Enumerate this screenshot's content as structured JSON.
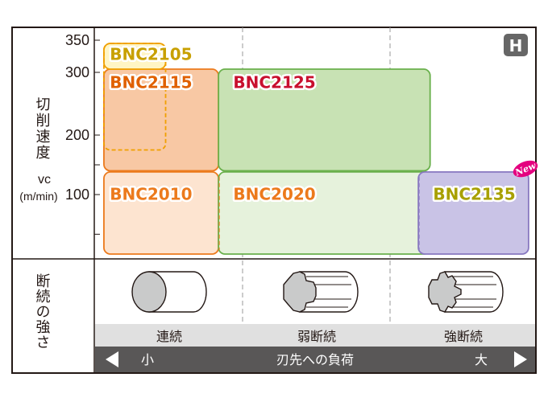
{
  "chart_data": {
    "type": "table",
    "badge": "H",
    "new_label": "New",
    "y_axis_label": "切削速度",
    "y_axis_sub": "vc",
    "y_axis_unit": "(m/min)",
    "y_ticks": [
      {
        "value": 350,
        "label": "350",
        "y": 350
      },
      {
        "value": 300,
        "label": "300",
        "y": 300
      },
      {
        "value": 200,
        "label": "200",
        "y": 200
      },
      {
        "value": 100,
        "label": "100",
        "y": 100
      }
    ],
    "x_labels": [
      "連続",
      "弱断続",
      "強断続"
    ],
    "row_label": "断続の強さ",
    "bottom_bar": {
      "left": "小",
      "center": "刃先への負荷",
      "right": "大"
    },
    "x_range": [
      0,
      3
    ],
    "y_range": [
      25,
      360
    ],
    "grades": [
      {
        "name": "BNC2105",
        "x0": 0.06,
        "x1": 0.48,
        "y0": 175,
        "y1": 345,
        "fill": "#fff5c4",
        "stroke": "#f0a000",
        "text": "#c8a000",
        "dashed_outline": true,
        "no_fill_lower": true,
        "label_at": [
          0.1,
          332
        ]
      },
      {
        "name": "BNC2115",
        "x0": 0.06,
        "x1": 0.84,
        "y0": 140,
        "y1": 305,
        "fill": "#f8c8a4",
        "stroke": "#ec7a1c",
        "text": "#e06000",
        "label_at": [
          0.1,
          288
        ]
      },
      {
        "name": "BNC2125",
        "x0": 0.84,
        "x1": 2.28,
        "y0": 140,
        "y1": 305,
        "fill": "#c8e2b4",
        "stroke": "#6ab04c",
        "text": "#c8102e",
        "label_at": [
          0.94,
          288
        ]
      },
      {
        "name": "BNC2010",
        "x0": 0.06,
        "x1": 0.84,
        "y0": 25,
        "y1": 138,
        "fill": "#fde4d0",
        "stroke": "#ec7a1c",
        "text": "#ec7a1c",
        "label_at": [
          0.1,
          105
        ]
      },
      {
        "name": "BNC2020",
        "x0": 0.84,
        "x1": 2.28,
        "y0": 25,
        "y1": 138,
        "fill": "#e6f2dc",
        "stroke": "#6ab04c",
        "text": "#ec7a1c",
        "label_at": [
          0.94,
          105
        ]
      },
      {
        "name": "BNC2135",
        "x0": 2.2,
        "x1": 2.95,
        "y0": 25,
        "y1": 138,
        "fill": "#c9c3e6",
        "stroke": "#8878c0",
        "text": "#a8a000",
        "label_at": [
          2.3,
          105
        ]
      }
    ],
    "colors": {
      "bar_bg": "#e0e0e0",
      "bottom_bar": "#595757",
      "grid": "#999999",
      "badge": "#666666",
      "new_badge": "#e4007f"
    }
  }
}
